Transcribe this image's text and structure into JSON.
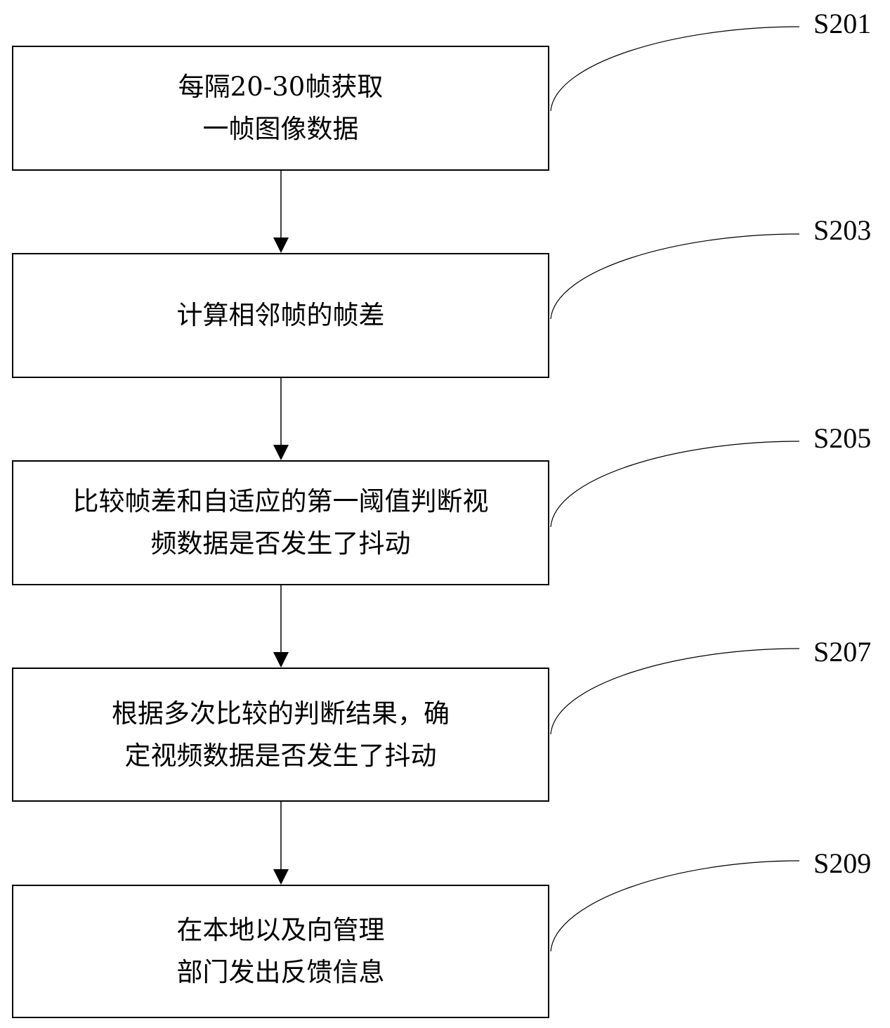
{
  "title": "视频抖动检测方法流程图",
  "steps": [
    {
      "id": "S201",
      "label": "S201",
      "text": "每隔20-30帧获取\n一帧图像数据"
    },
    {
      "id": "S203",
      "label": "S203",
      "text": "计算相邻帧的帧差"
    },
    {
      "id": "S205",
      "label": "S205",
      "text": "比较帧差和自适应的第一阈值判断视\n频数据是否发生了抖动"
    },
    {
      "id": "S207",
      "label": "S207",
      "text": "根据多次比较的判断结果，确\n定视频数据是否发生了抖动"
    },
    {
      "id": "S209",
      "label": "S209",
      "text": "在本地以及向管理\n部门发出反馈信息"
    }
  ],
  "connections": [
    {
      "from": "S201",
      "to": "S203"
    },
    {
      "from": "S203",
      "to": "S205"
    },
    {
      "from": "S205",
      "to": "S207"
    },
    {
      "from": "S207",
      "to": "S209"
    }
  ],
  "colors": {
    "stroke": "#000000",
    "background": "#ffffff"
  }
}
